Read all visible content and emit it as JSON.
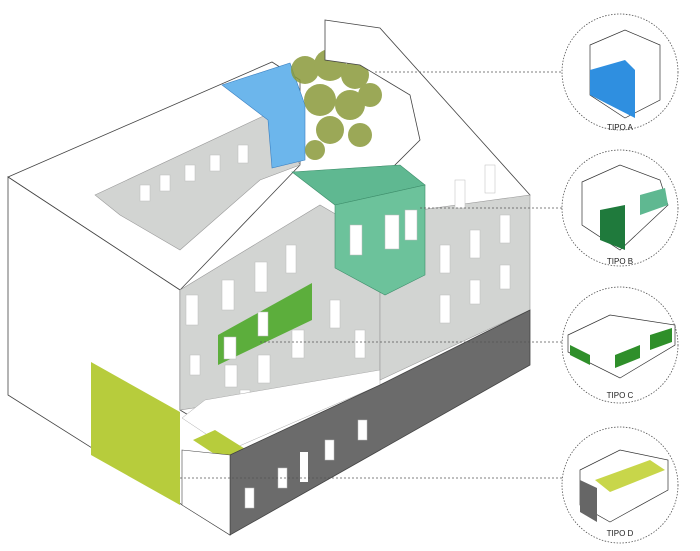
{
  "diagram": {
    "types": [
      {
        "label": "TIPO A",
        "color": "#2f8fe0"
      },
      {
        "label": "TIPO B",
        "color": "#1f7a3c"
      },
      {
        "label": "TIPO C",
        "color": "#2f8f2a"
      },
      {
        "label": "TIPO D",
        "color": "#c8d64a"
      }
    ],
    "colors": {
      "facade": "#d2d4d2",
      "base": "#6b6b6b",
      "blue": "#6cb6ec",
      "teal": "#5fb891",
      "green": "#5cae3c",
      "lime": "#b7cc3c",
      "tree": "#8a9a3a"
    }
  }
}
